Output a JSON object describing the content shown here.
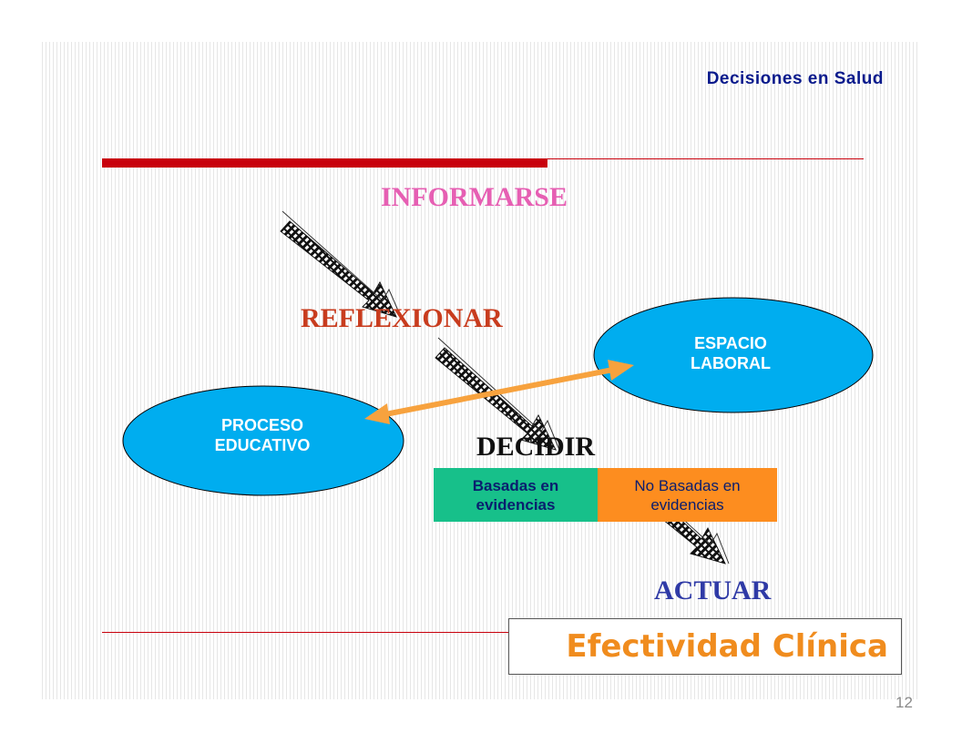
{
  "header": {
    "title": "Decisiones en Salud"
  },
  "steps": {
    "informarse": "INFORMARSE",
    "reflexionar": "REFLEXIONAR",
    "decidir": "DECIDIR",
    "actuar": "ACTUAR"
  },
  "ellipses": {
    "espacio": {
      "line1": "ESPACIO",
      "line2": "LABORAL"
    },
    "proceso": {
      "line1": "PROCESO",
      "line2": "EDUCATIVO"
    }
  },
  "decision_boxes": {
    "basadas": {
      "line1": "Basadas en",
      "line2": "evidencias"
    },
    "no_basadas": {
      "line1": "No Basadas en",
      "line2": "evidencias"
    }
  },
  "result": {
    "label": "Efectividad Clínica"
  },
  "page_number": "12",
  "colors": {
    "header_text": "#0a1a8c",
    "rule_red": "#c8000c",
    "informarse": "#e65fb3",
    "reflexionar": "#c83c1e",
    "actuar": "#2f3aa6",
    "ellipse_fill": "#00adef",
    "basadas_fill": "#17c08a",
    "no_basadas_fill": "#fd8d1f",
    "connector": "#f7a23e",
    "result_text": "#f08c1e"
  }
}
